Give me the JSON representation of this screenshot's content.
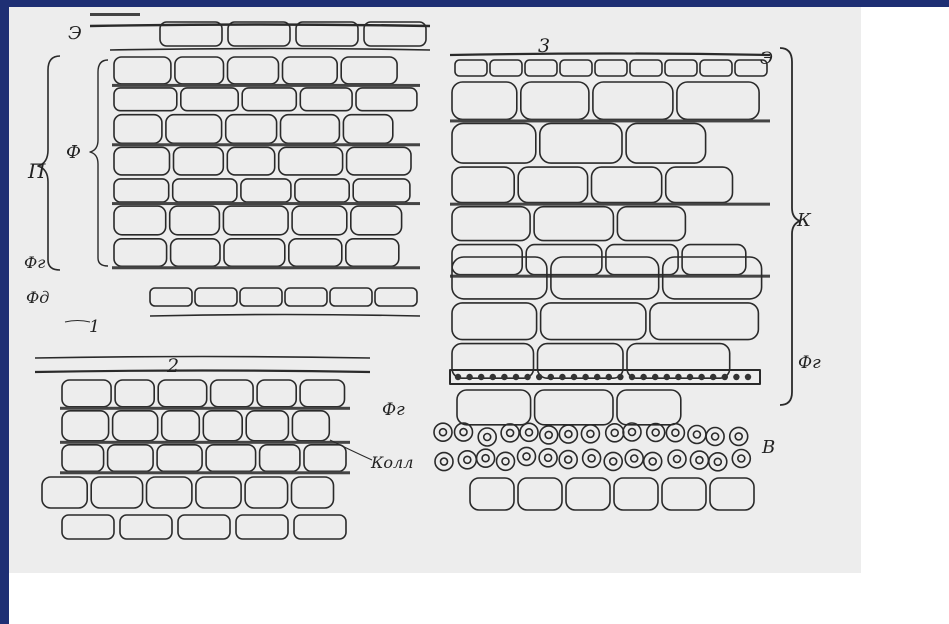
{
  "figure": {
    "panel_numbers": {
      "p1": "1",
      "p2": "2",
      "p3": "3"
    },
    "labels_panel1": {
      "epidermis": "Э",
      "periderm": "П",
      "phellem": "Ф",
      "phellogen": "Фг",
      "phelloderm": "Фд"
    },
    "labels_panel2": {
      "phellogen": "Фг",
      "collenchyma": "Колл"
    },
    "labels_panel3": {
      "epidermis": "Э",
      "cortex": "К",
      "phellogen": "Фг",
      "fibers": "В"
    },
    "colors": {
      "frame": "#1e2f74",
      "paper": "#ededed",
      "ink": "#222222"
    }
  }
}
